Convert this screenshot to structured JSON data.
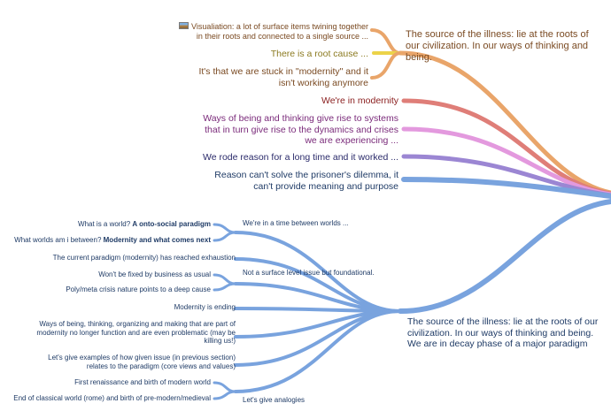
{
  "colors": {
    "orange": "#e9a56a",
    "yellow": "#ecd349",
    "red": "#df7e78",
    "pink": "#e399de",
    "violet": "#9b86d3",
    "blue": "#79a3de",
    "text_brown": "#7a4a22",
    "text_olive": "#8b7a20",
    "text_red": "#8b2020",
    "text_purple": "#7a2a7a",
    "text_navy": "#2a2a6a",
    "text_blue": "#1f3b66"
  },
  "top": {
    "root_label": "The source of the illness: lie at the roots of our civilization. In our ways of thinking and being.",
    "viz_icon": "picture-icon",
    "viz": "Visualiation: a lot of surface items twining together in their roots and connected to a single source ...",
    "root_cause": "There is a root cause ...",
    "stuck": "It's that we are stuck in \"modernity\" and it isn't working anymore",
    "modernity": "We're in modernity",
    "ways": "Ways of being and thinking give rise to systems that in turn give rise to the dynamics and crises we are experiencing ...",
    "rode": "We rode reason for a long time and it worked ...",
    "reason": "Reason can't solve the prisoner's dilemma, it can't provide meaning and purpose"
  },
  "bottom": {
    "root_label": "The source of the illness: lie at the roots of our civilization. In our ways of thinking and being. We are in decay phase of a major paradigm",
    "between": "We're in a time between worlds ...",
    "world_q": "What is a world?",
    "world_b": "A onto-social paradigm",
    "worlds_q": "What worlds am i between?",
    "worlds_b": "Modernity and what comes next",
    "exhaustion": "The current paradigm (modernity) has reached exhaustion",
    "not_surface": "Not a surface level issue but foundational.",
    "business": "Won't be fixed by business as usual",
    "poly": "Poly/meta crisis nature points to a deep cause",
    "ending": "Modernity is ending",
    "ways": "Ways of being, thinking, organizing and making that are part of modernity no longer function and are even problematic (may be killing us!)",
    "examples": "Let's give examples of how given issue (in previous section) relates to the paradigm (core views and values)",
    "renaissance": "First renaissance and birth of modern world",
    "classical": "End of classical world (rome) and birth of pre-modern/medieval",
    "analogies": "Let's give analogies"
  }
}
